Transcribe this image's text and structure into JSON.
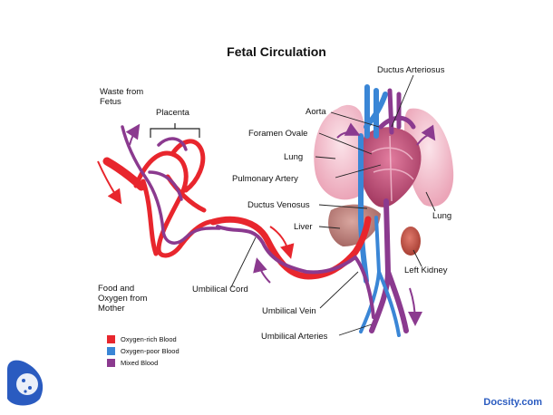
{
  "title": "Fetal Circulation",
  "labels": {
    "ductus_arteriosus": "Ductus Arteriosus",
    "aorta": "Aorta",
    "foramen_ovale": "Foramen Ovale",
    "lung_left": "Lung",
    "pulmonary_artery": "Pulmonary Artery",
    "ductus_venosus": "Ductus Venosus",
    "liver": "Liver",
    "lung_right": "Lung",
    "left_kidney": "Left Kidney",
    "umbilical_vein": "Umbilical Vein",
    "umbilical_arteries": "Umbilical Arteries",
    "umbilical_cord": "Umbilical Cord",
    "placenta": "Placenta",
    "waste_from_fetus_line1": "Waste from",
    "waste_from_fetus_line2": "Fetus",
    "food_line1": "Food and",
    "food_line2": "Oxygen from",
    "food_line3": "Mother"
  },
  "legend": [
    {
      "label": "Oxygen-rich Blood",
      "color": "#e8262d"
    },
    {
      "label": "Oxygen-poor Blood",
      "color": "#3a86d6"
    },
    {
      "label": "Mixed Blood",
      "color": "#8b3a8f"
    }
  ],
  "brand": "Docsity.com",
  "colors": {
    "oxygen_rich": "#e8262d",
    "oxygen_poor": "#3a86d6",
    "mixed": "#8b3a8f",
    "arrow": "#e8262d",
    "lung": "#f2b7c6",
    "liver": "#c58a86",
    "kidney": "#c95a4e",
    "heart": "#c95a7a"
  }
}
